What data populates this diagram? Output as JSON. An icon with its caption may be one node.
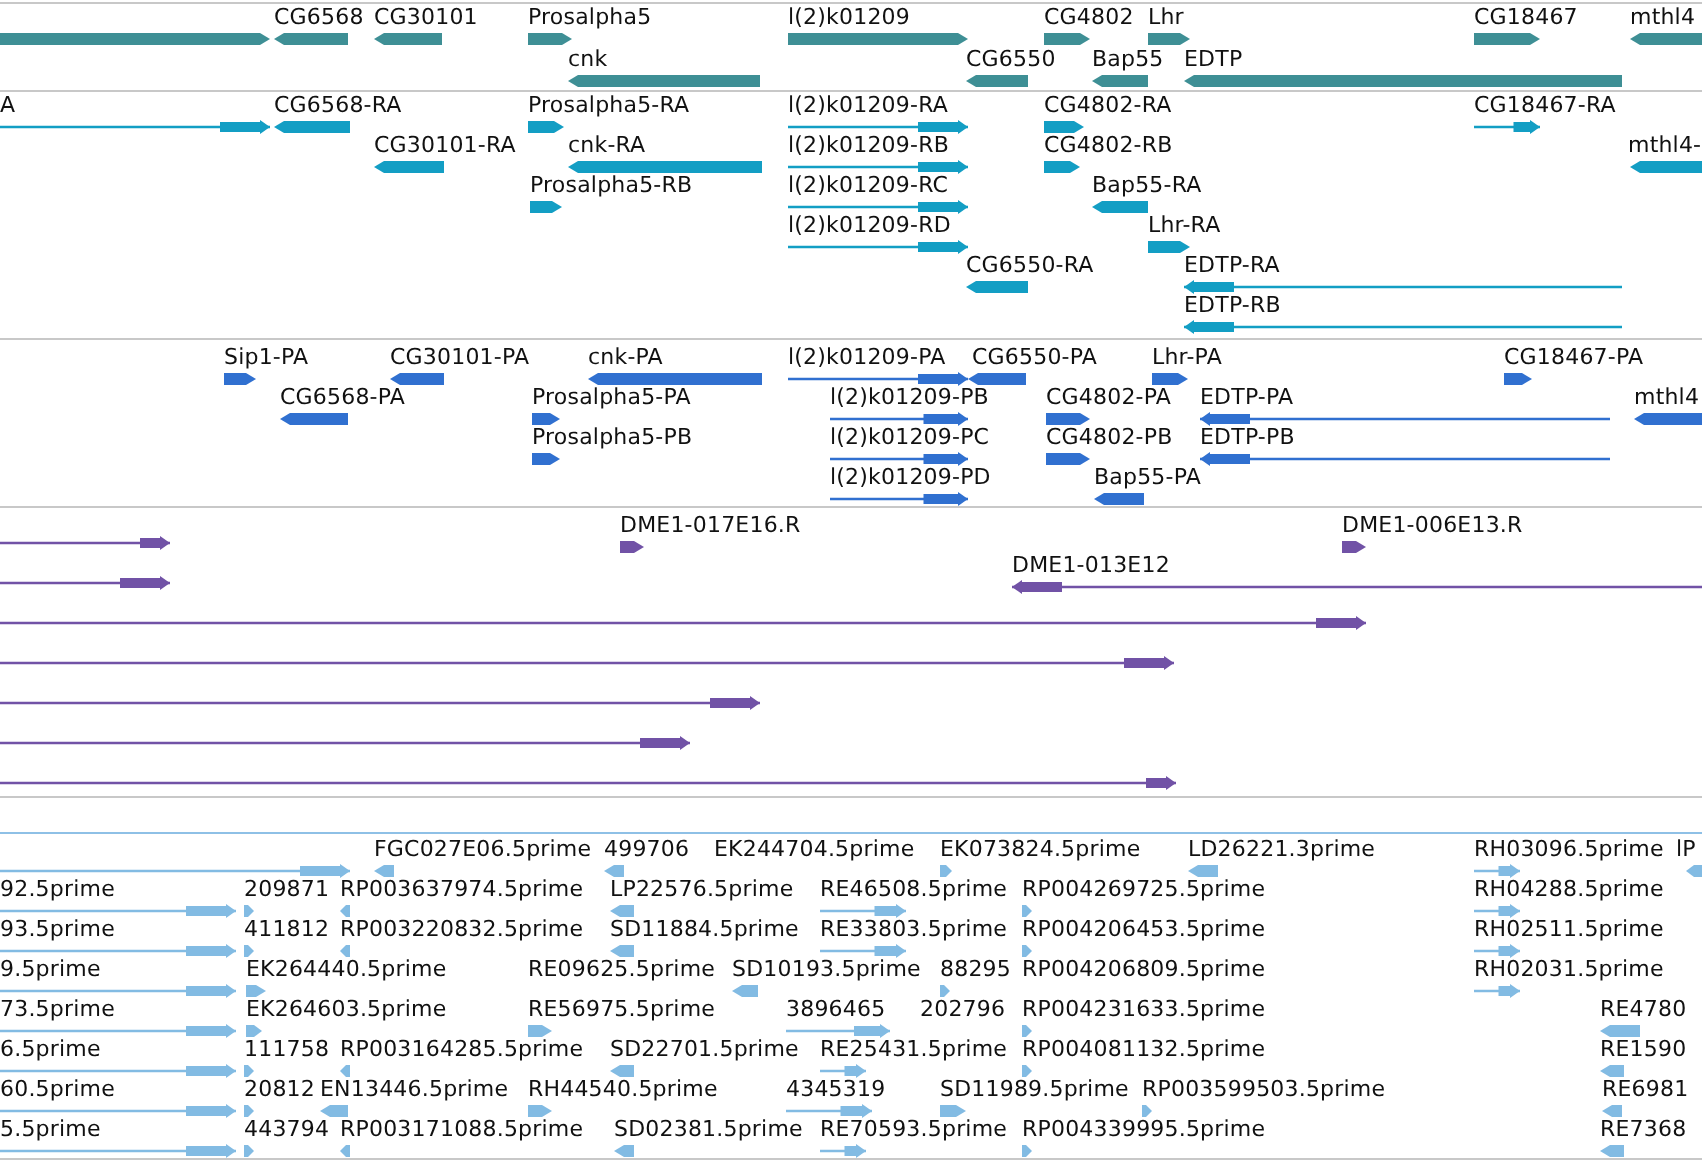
{
  "diagram": {
    "labels": [
      "CG6568",
      "CG30101",
      "Prosalpha5",
      "l(2)k01209",
      "CG4802",
      "Lhr",
      "CG18467",
      "mthl4",
      "cnk",
      "CG6550",
      "Bap55",
      "EDTP",
      "A",
      "CG6568-RA",
      "Prosalpha5-RA",
      "l(2)k01209-RA",
      "CG4802-RA",
      "CG18467-RA",
      "CG30101-RA",
      "cnk-RA",
      "l(2)k01209-RB",
      "CG4802-RB",
      "mthl4-",
      "Prosalpha5-RB",
      "l(2)k01209-RC",
      "Bap55-RA",
      "l(2)k01209-RD",
      "Lhr-RA",
      "CG6550-RA",
      "EDTP-RA",
      "EDTP-RB",
      "Sip1-PA",
      "CG30101-PA",
      "cnk-PA",
      "l(2)k01209-PA",
      "CG6550-PA",
      "Lhr-PA",
      "CG18467-PA",
      "CG6568-PA",
      "Prosalpha5-PA",
      "l(2)k01209-PB",
      "CG4802-PA",
      "EDTP-PA",
      "mthl4",
      "Prosalpha5-PB",
      "l(2)k01209-PC",
      "CG4802-PB",
      "EDTP-PB",
      "l(2)k01209-PD",
      "Bap55-PA",
      "DME1-017E16.R",
      "DME1-006E13.R",
      "DME1-013E12",
      "FGC027E06.5prime",
      "499706",
      "EK244704.5prime",
      "EK073824.5prime",
      "LD26221.3prime",
      "RH03096.5prime",
      "lP",
      "92.5prime",
      "209871",
      "RP003637974.5prime",
      "LP22576.5prime",
      "RE46508.5prime",
      "RP004269725.5prime",
      "RH04288.5prime",
      "93.5prime",
      "411812",
      "RP003220832.5prime",
      "SD11884.5prime",
      "RE33803.5prime",
      "RP004206453.5prime",
      "RH02511.5prime",
      "9.5prime",
      "EK264440.5prime",
      "RE09625.5prime",
      "SD10193.5prime",
      "88295",
      "RP004206809.5prime",
      "RH02031.5prime",
      "73.5prime",
      "EK264603.5prime",
      "RE56975.5prime",
      "3896465",
      "202796",
      "RP004231633.5prime",
      "RE4780",
      "6.5prime",
      "111758",
      "RP003164285.5prime",
      "SD22701.5prime",
      "RE25431.5prime",
      "RP004081132.5prime",
      "RE1590",
      "60.5prime",
      "20812",
      "EN13446.5prime",
      "RH44540.5prime",
      "4345319",
      "SD11989.5prime",
      "RP003599503.5prime",
      "RE6981",
      "5.5prime",
      "443794",
      "RP003171088.5prime",
      "SD02381.5prime",
      "RE70593.5prime",
      "RP004339995.5prime",
      "RE7368"
    ]
  }
}
